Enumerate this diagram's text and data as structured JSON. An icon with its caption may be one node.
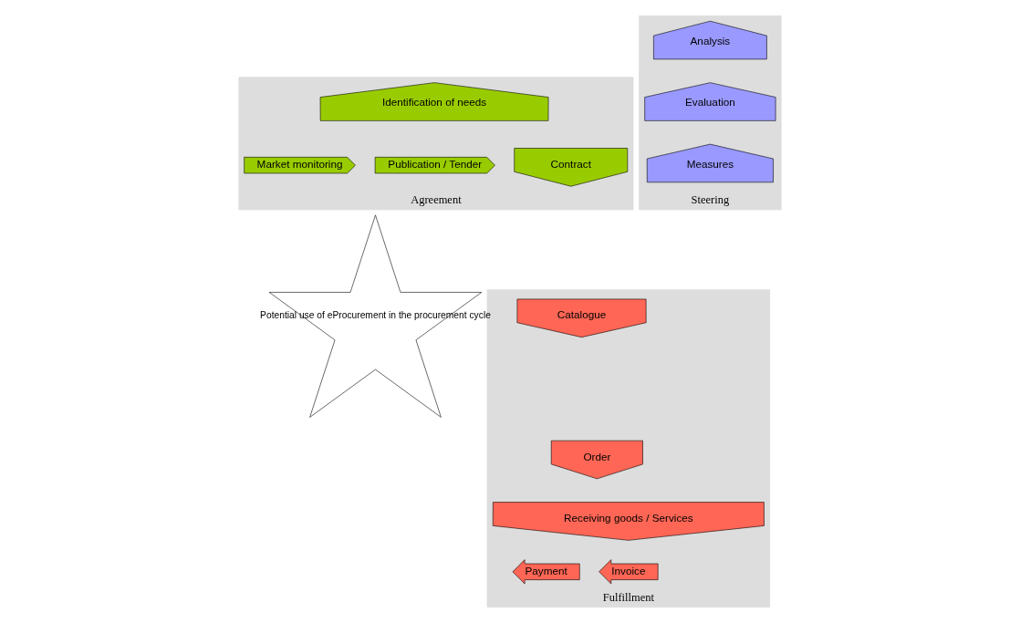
{
  "diagram": {
    "nodes": [
      {
        "text": [
          "Agreement"
        ]
      },
      {
        "text": [
          "Market monitoring"
        ],
        "in": 0
      },
      {
        "text": [
          "Identification of needs"
        ],
        "in": 0
      },
      {
        "text": [
          "Publication / Tender"
        ],
        "in": 0
      },
      {
        "text": [
          "Contract"
        ],
        "in": 0
      },
      {
        "text": [
          "Fulfillment"
        ]
      },
      {
        "text": [
          "Catalogue"
        ],
        "in": 5
      },
      {
        "text": [
          "Order"
        ],
        "in": 5
      },
      {
        "text": [
          "Receiving goods / Services"
        ],
        "in": 5
      },
      {
        "text": [
          "Invoice"
        ],
        "in": 5
      },
      {
        "text": [
          "Payment"
        ],
        "in": 5
      },
      {
        "text": [
          "Potential use of eProcurement in the procurement cycle"
        ]
      },
      {
        "text": [
          "Steering"
        ]
      },
      {
        "text": [
          "Measures"
        ],
        "in": 12
      },
      {
        "text": [
          "Evaluation"
        ],
        "in": 12
      },
      {
        "text": [
          "Analysis"
        ],
        "in": 12
      }
    ]
  }
}
